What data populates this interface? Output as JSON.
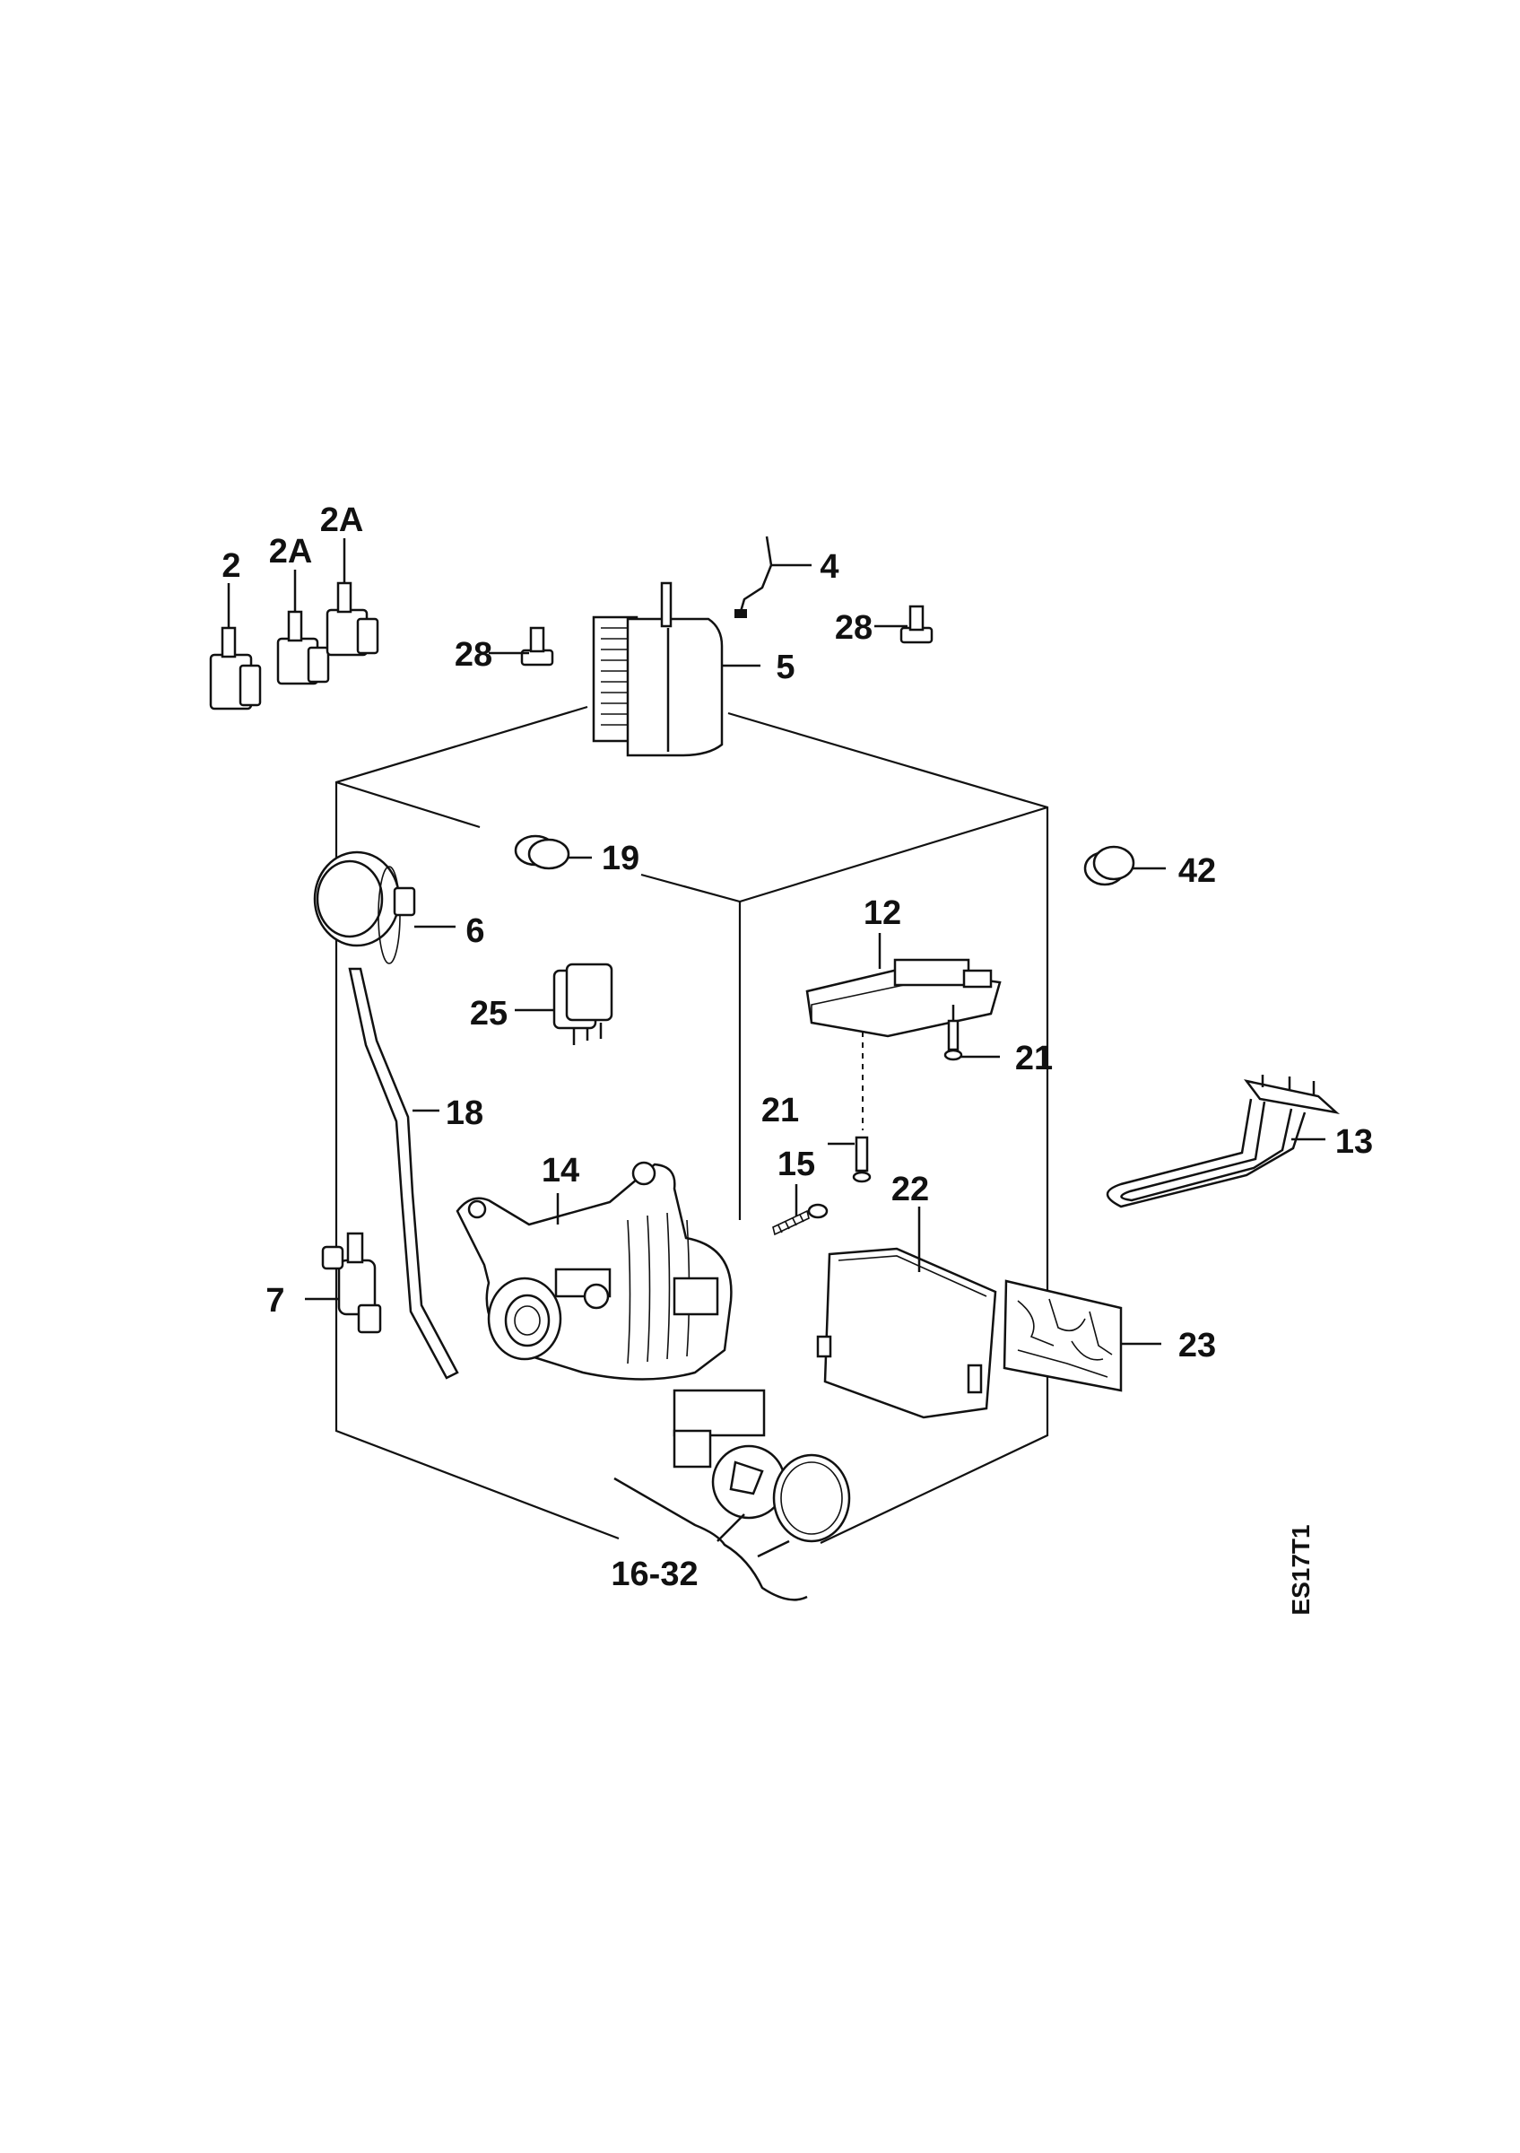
{
  "diagram": {
    "callouts": {
      "c2": "2",
      "c2a_left": "2A",
      "c2a_right": "2A",
      "c4": "4",
      "c5": "5",
      "c28_left": "28",
      "c28_right": "28",
      "c19": "19",
      "c42": "42",
      "c6": "6",
      "c12": "12",
      "c25": "25",
      "c21_right": "21",
      "c21_left": "21",
      "c18": "18",
      "c13": "13",
      "c14": "14",
      "c15": "15",
      "c22": "22",
      "c7": "7",
      "c23": "23",
      "c16_32": "16-32"
    },
    "drawing_code": "ES17T1"
  }
}
